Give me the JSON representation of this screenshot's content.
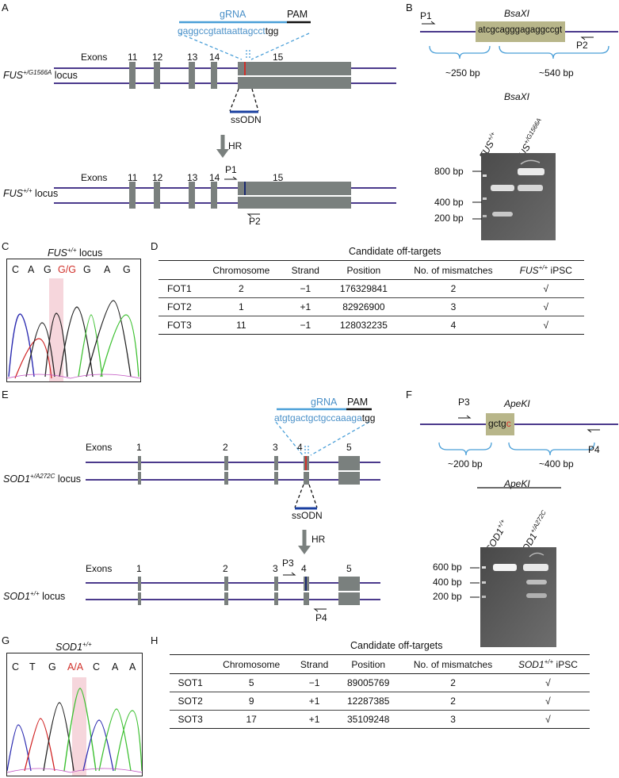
{
  "panels": {
    "A": "A",
    "B": "B",
    "C": "C",
    "D": "D",
    "E": "E",
    "F": "F",
    "G": "G",
    "H": "H"
  },
  "fus_scheme": {
    "grna_label": "gRNA",
    "pam_label": "PAM",
    "seq_main": "gaggccgtattaattagcct",
    "seq_pam": "tgg",
    "exons_label": "Exons",
    "exon_numbers": [
      "11",
      "12",
      "13",
      "14",
      "15"
    ],
    "mut_locus_gene": "FUS",
    "mut_locus_sup": "+/G1566A",
    "locus_word": " locus",
    "ssodn": "ssODN",
    "hr": "HR",
    "wt_locus_gene": "FUS",
    "wt_locus_sup": "+/+",
    "p1": "P1",
    "p2": "P2"
  },
  "fus_assay": {
    "p1": "P1",
    "p2": "P2",
    "enzyme": "BsaXI",
    "site_seq": "atcgcagggagaggccgt",
    "left_size": "~250 bp",
    "right_size": "~540 bp",
    "gel_enzyme": "BsaXI",
    "lane1_gene": "FUS",
    "lane1_sup": "+/+",
    "lane2_gene": "FUS",
    "lane2_sup": "+/G1566A",
    "ladder": [
      "800 bp",
      "400 bp",
      "200 bp"
    ]
  },
  "fus_seq": {
    "title_gene": "FUS",
    "title_sup": "+/+",
    "title_rest": " locus",
    "bases": [
      "C",
      "A",
      "G",
      "G/G",
      "G",
      "A",
      "G"
    ]
  },
  "fus_offtargets": {
    "caption": "Candidate off-targets",
    "headers": [
      "",
      "Chromosome",
      "Strand",
      "Position",
      "No. of mismatches"
    ],
    "last_header_gene": "FUS",
    "last_header_sup": "+/+",
    "last_header_rest": " iPSC",
    "rows": [
      [
        "FOT1",
        "2",
        "−1",
        "176329841",
        "2",
        "√"
      ],
      [
        "FOT2",
        "1",
        "+1",
        "82926900",
        "3",
        "√"
      ],
      [
        "FOT3",
        "11",
        "−1",
        "128032235",
        "4",
        "√"
      ]
    ]
  },
  "sod_scheme": {
    "grna_label": "gRNA",
    "pam_label": "PAM",
    "seq_main": "atgtgactgctgccaaaga",
    "seq_pam": "tgg",
    "exons_label": "Exons",
    "exon_numbers": [
      "1",
      "2",
      "3",
      "4",
      "5"
    ],
    "mut_locus_gene": "SOD1",
    "mut_locus_sup": "+/A272C",
    "locus_word": " locus",
    "ssodn": "ssODN",
    "hr": "HR",
    "wt_locus_gene": "SOD1",
    "wt_locus_sup": "+/+",
    "p3": "P3",
    "p4": "P4"
  },
  "sod_assay": {
    "p3": "P3",
    "p4": "P4",
    "enzyme": "ApeKI",
    "site_seq_a": "gctg",
    "site_seq_b": "c",
    "left_size": "~200 bp",
    "right_size": "~400 bp",
    "gel_enzyme": "ApeKI",
    "lane1_gene": "SOD1",
    "lane1_sup": "+/+",
    "lane2_gene": "SOD1",
    "lane2_sup": "+/A272C",
    "ladder": [
      "600 bp",
      "400 bp",
      "200 bp"
    ]
  },
  "sod_seq": {
    "title_gene": "SOD1",
    "title_sup": "+/+",
    "bases": [
      "C",
      "T",
      "G",
      "A/A",
      "C",
      "A",
      "A"
    ]
  },
  "sod_offtargets": {
    "caption": "Candidate off-targets",
    "headers": [
      "",
      "Chromosome",
      "Strand",
      "Position",
      "No. of mismatches"
    ],
    "last_header_gene": "SOD1",
    "last_header_sup": "+/+",
    "last_header_rest": " iPSC",
    "rows": [
      [
        "SOT1",
        "5",
        "−1",
        "89005769",
        "2",
        "√"
      ],
      [
        "SOT2",
        "9",
        "+1",
        "12287385",
        "2",
        "√"
      ],
      [
        "SOT3",
        "17",
        "+1",
        "35109248",
        "3",
        "√"
      ]
    ]
  },
  "colors": {
    "line": "#4b3a8c",
    "exon": "#7a807e",
    "grna": "#4a9fd8",
    "ssodn": "#1a3fa0",
    "mut": "#d0302a",
    "site": "#b8b68a",
    "highlight": "#f6d6dc"
  }
}
